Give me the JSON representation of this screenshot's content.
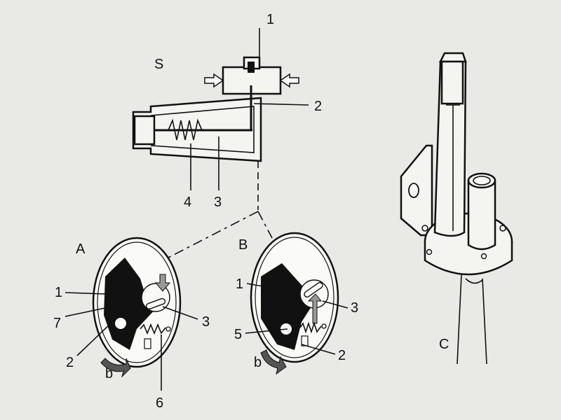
{
  "diagram": {
    "section_labels": {
      "s": "S",
      "a": "A",
      "b": "B",
      "c": "C"
    },
    "s_callouts": {
      "one": "1",
      "two": "2",
      "three": "3",
      "four": "4"
    },
    "a_callouts": {
      "one": "1",
      "seven": "7",
      "two": "2",
      "three": "3",
      "six": "6",
      "b": "b"
    },
    "b_callouts": {
      "one": "1",
      "five": "5",
      "three": "3",
      "two": "2",
      "b": "b"
    },
    "colors": {
      "ink": "#111111",
      "paper": "#e9e9e6",
      "part_fill": "#f4f4f1"
    }
  }
}
